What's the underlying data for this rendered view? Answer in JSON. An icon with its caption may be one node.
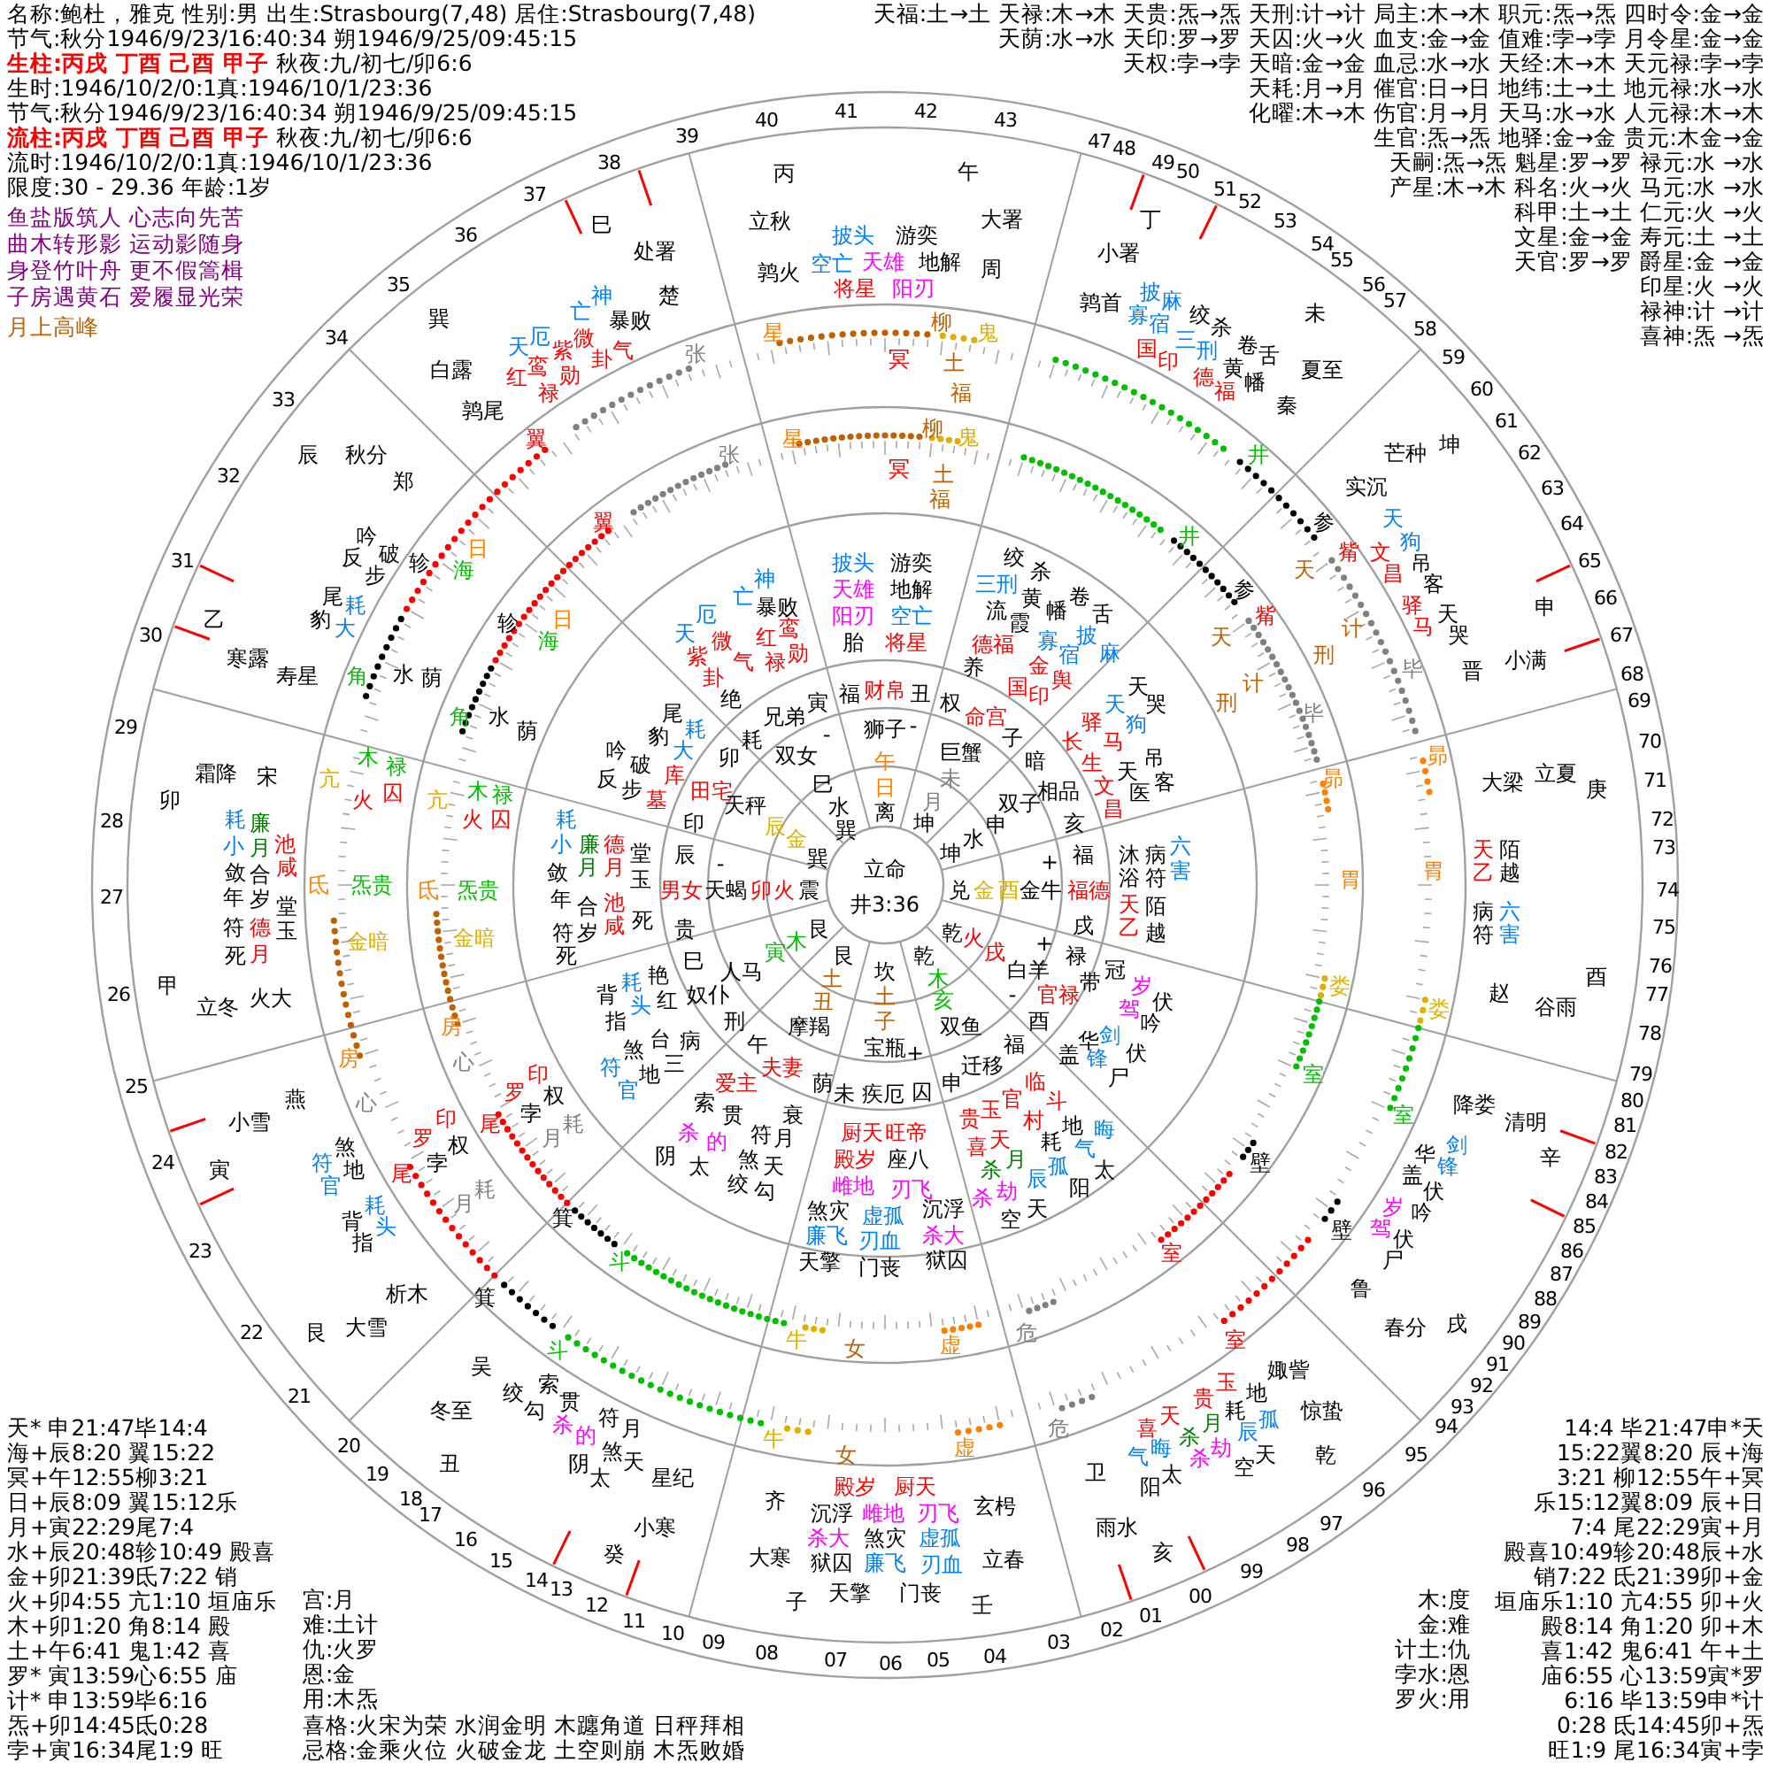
{
  "diagram": {
    "labels": [
      "名称:鲍杜，雅克 性别:男 出生:Strasbourg(7,48) 居住:Strasbourg(7,48)",
      "节气:秋分1946/9/23/16:40:34 朔1946/9/25/09:45:15",
      "**生柱:丙戌 丁酉 己酉 甲子** 秋夜:九/初七/卯6:6",
      "生时:1946/10/2/0:1真:1946/10/1/23:36",
      "节气:秋分1946/9/23/16:40:34 朔1946/9/25/09:45:15",
      "**流柱:丙戌 丁酉 己酉 甲子** 秋夜:九/初七/卯6:6",
      "流时:1946/10/2/0:1真:1946/10/1/23:36",
      "限度:30 - 29.36 年龄:1岁",
      "鱼盐版筑人 心志向先苦",
      "曲木转形影 运动影随身",
      "身登竹叶舟 更不假篙楫",
      "子房遇黄石 爱履显光荣",
      "月上高峰",
      "天福:土→土 天禄:木→木 天贵:炁→炁 天刑:计→计 局主:木→木 职元:炁→炁 四时令:金→金",
      "天荫:水→水 天印:罗→罗 天囚:火→火 血支:金→金 值难:孛→孛 月令星:金→金",
      "天权:孛→孛 天暗:金→金 血忌:水→水 天经:木→木 天元禄:孛→孛",
      "天耗:月→月 催官:日→日 地纬:土→土 地元禄:水→水",
      "化曜:木→木 伤官:月→月 天马:水→水 人元禄:木→木",
      "生官:炁→炁 地驿:金→金 贵元:木金→金",
      "天嗣:炁→炁 魁星:罗→罗 禄元:水 →水",
      "产星:木→木 科名:火→火 马元:水 →水",
      "科甲:土→土 仁元:火 →火",
      "文星:金→金 寿元:土 →土",
      "天官:罗→罗 爵星:金 →金",
      "印星:火 →火",
      "禄神:计 →计",
      "喜神:炁 →炁",
      "天* 申21:47毕14:4",
      "海+辰8:20 翼15:22",
      "冥+午12:55柳3:21",
      "日+辰8:09 翼15:12乐",
      "月+寅22:29尾7:4",
      "水+辰20:48轸10:49 殿喜",
      "金+卯21:39氐7:22 销",
      "火+卯4:55 亢1:10 垣庙乐",
      "木+卯1:20 角8:14 殿",
      "土+午6:41 鬼1:42 喜",
      "罗* 寅13:59心6:55 庙",
      "计* 申13:59毕6:16",
      "炁+卯14:45氐0:28",
      "孛+寅16:34尾1:9 旺",
      "宫:月",
      "难:土计",
      "仇:火罗",
      "恩:金",
      "用:木炁",
      "喜格:火宋为荣 水润金明 木躔角道 日秤拜相",
      "忌格:金乘火位 火破金龙 土空则崩 木炁败婚",
      "14:4 毕21:47申*天",
      "15:22翼8:20 辰+海",
      "3:21 柳12:55午+冥",
      "乐15:12翼8:09 辰+日",
      "7:4 尾22:29寅+月",
      "殿喜10:49轸20:48辰+水",
      "销7:22 氐21:39卯+金",
      "垣庙乐1:10 亢4:55 卯+火",
      "殿8:14 角1:20 卯+木",
      "喜1:42 鬼6:41 午+土",
      "庙6:55 心13:59寅*罗",
      "6:16 毕13:59申*计",
      "0:28 氐14:45卯+炁",
      "旺1:9 尾16:34寅+孛",
      "木:度",
      "金:难",
      "计土:仇",
      "孛水:恩",
      "罗火:用",
      "丙",
      "立秋",
      "鹑火",
      "午",
      "大署",
      "周",
      "巳",
      "处署",
      "楚",
      "丁",
      "小署",
      "鹑首",
      "未",
      "夏至",
      "秦",
      "芒种",
      "坤",
      "实沉",
      "申",
      "晋",
      "小满",
      "大梁",
      "立夏",
      "庚",
      "赵",
      "酉",
      "谷雨",
      "辛",
      "降娄",
      "清明",
      "鲁",
      "春分",
      "戌",
      "娵訾",
      "惊蛰",
      "乾",
      "卫",
      "雨水",
      "亥",
      "玄枵",
      "立春",
      "壬",
      "齐",
      "大寒",
      "子",
      "星纪",
      "小寒",
      "癸",
      "吴",
      "冬至",
      "丑",
      "析木",
      "艮",
      "大雪",
      "燕",
      "小雪",
      "寅",
      "甲",
      "立冬",
      "火大",
      "卯",
      "霜降",
      "宋",
      "乙",
      "寒露",
      "寿星",
      "辰",
      "秋分",
      "郑",
      "巽",
      "白露",
      "鹑尾",
      "披头",
      "游奕",
      "空亡",
      "天雄",
      "地解",
      "将星",
      "阳刃",
      "亡",
      "神",
      "暴败",
      "天",
      "厄",
      "紫",
      "微",
      "卦",
      "气",
      "红",
      "鸾",
      "禄",
      "勋",
      "披",
      "麻",
      "寡",
      "宿",
      "绞",
      "杀",
      "国",
      "印",
      "三",
      "刑",
      "卷",
      "舌",
      "德",
      "黄",
      "福",
      "幡",
      "天",
      "文",
      "狗",
      "昌",
      "吊",
      "客",
      "驿",
      "马",
      "天",
      "哭",
      "天",
      "乙",
      "陌",
      "越",
      "病",
      "符",
      "六",
      "害",
      "华",
      "盖",
      "剑",
      "锋",
      "岁",
      "驾",
      "伏",
      "吟",
      "伏",
      "尸",
      "贵",
      "玉",
      "地",
      "耗",
      "喜",
      "天",
      "杀",
      "月",
      "辰",
      "孤",
      "气",
      "晦",
      "杀",
      "劫",
      "空",
      "天",
      "阳",
      "太",
      "殿岁",
      "厨天",
      "沉浮",
      "雌地",
      "刃飞",
      "杀大",
      "煞灾",
      "虚孤",
      "狱囚",
      "廉飞",
      "刃血",
      "天擎",
      "门丧",
      "绞",
      "勾",
      "索",
      "贯",
      "杀",
      "的",
      "符",
      "月",
      "阴",
      "太",
      "煞",
      "天",
      "符",
      "官",
      "煞",
      "地",
      "背",
      "指",
      "耗",
      "头",
      "耗",
      "廉",
      "小",
      "月",
      "池",
      "敛",
      "合",
      "咸",
      "年",
      "岁",
      "堂",
      "符",
      "德",
      "玉",
      "死",
      "月",
      "吟",
      "反",
      "破",
      "步",
      "尾",
      "豹",
      "耗",
      "大",
      "星",
      "张",
      "柳",
      "鬼",
      "冥",
      "土",
      "福",
      "井",
      "参",
      "觜",
      "天",
      "计",
      "刑",
      "毕",
      "昴",
      "胃",
      "娄",
      "室",
      "壁",
      "室",
      "牛",
      "女",
      "虚",
      "危",
      "斗",
      "箕",
      "尾",
      "孛",
      "罗",
      "权",
      "印",
      "月",
      "耗",
      "心",
      "房",
      "金暗",
      "氐",
      "炁贵",
      "亢",
      "火",
      "囚",
      "木",
      "禄",
      "角",
      "水",
      "荫",
      "轸",
      "日",
      "海",
      "翼",
      "星",
      "张",
      "柳",
      "鬼",
      "冥",
      "土",
      "福",
      "井",
      "参",
      "觜",
      "天",
      "计",
      "刑",
      "毕",
      "昴",
      "胃",
      "娄",
      "室",
      "壁",
      "室",
      "牛",
      "女",
      "虚",
      "危",
      "斗",
      "箕",
      "尾",
      "孛",
      "罗",
      "权",
      "印",
      "月",
      "耗",
      "心",
      "房",
      "金暗",
      "氐",
      "炁贵",
      "亢",
      "火",
      "囚",
      "木",
      "禄",
      "角",
      "水",
      "荫",
      "轸",
      "日",
      "海",
      "翼",
      "披头",
      "游奕",
      "天雄",
      "地解",
      "阳刃",
      "空亡",
      "胎",
      "将星",
      "亡",
      "神",
      "暴败",
      "天",
      "厄",
      "紫",
      "微",
      "卦",
      "气",
      "红",
      "鸾",
      "禄",
      "勋",
      "绝",
      "尾",
      "豹",
      "耗",
      "吟",
      "破",
      "大",
      "反",
      "步",
      "库",
      "墓",
      "耗",
      "小",
      "廉",
      "德",
      "堂",
      "敛",
      "月",
      "月",
      "玉",
      "年",
      "合",
      "池",
      "符",
      "岁",
      "咸",
      "死",
      "死",
      "背",
      "指",
      "耗",
      "头",
      "艳",
      "红",
      "煞",
      "台",
      "病",
      "符",
      "地",
      "三",
      "官",
      "爱主",
      "索",
      "贯",
      "衰",
      "杀",
      "的",
      "符",
      "月",
      "阴",
      "太",
      "煞",
      "天",
      "绞",
      "勾",
      "厨天",
      "旺帝",
      "殿岁",
      "座八",
      "雌地",
      "刃飞",
      "煞灾",
      "虚孤",
      "沉浮",
      "廉飞",
      "刃血",
      "杀大",
      "天擎",
      "门丧",
      "狱囚",
      "临",
      "官",
      "斗",
      "贵",
      "玉",
      "村",
      "地",
      "喜",
      "天",
      "耗",
      "晦",
      "气",
      "杀",
      "月",
      "辰",
      "孤",
      "太",
      "杀",
      "劫",
      "阳",
      "空",
      "天",
      "绞",
      "三刑",
      "杀",
      "流",
      "霞",
      "黄",
      "幡",
      "卷",
      "舌",
      "德福",
      "寡",
      "宿",
      "披",
      "麻",
      "养",
      "国",
      "金",
      "印",
      "舆",
      "天",
      "天",
      "哭",
      "驿",
      "狗",
      "长",
      "马",
      "生",
      "吊",
      "文",
      "天",
      "医",
      "客",
      "昌",
      "沐",
      "浴",
      "病",
      "符",
      "六",
      "害",
      "天",
      "乙",
      "陌",
      "越",
      "带",
      "冠",
      "岁",
      "驾",
      "伏",
      "吟",
      "华",
      "剑",
      "盖",
      "锋",
      "伏",
      "尸",
      "福",
      "财帛",
      "丑",
      "权",
      "命宫",
      "子",
      "暗",
      "相品",
      "亥",
      "福",
      "福德",
      "戌",
      "禄",
      "官禄",
      "酉",
      "福",
      "迁移",
      "荫",
      "未",
      "疾厄",
      "囚",
      "申",
      "夫妻",
      "午",
      "刑",
      "奴仆",
      "巳",
      "贵",
      "男女",
      "辰",
      "印",
      "田宅",
      "卯",
      "耗",
      "兄弟",
      "寅",
      "狮子",
      "-",
      "巨蟹",
      "未",
      "月",
      "坤",
      "午",
      "日",
      "离",
      "双子",
      "申",
      "水",
      "坤",
      "+",
      "兑",
      "金",
      "酉",
      "金牛",
      "乾",
      "火",
      "戌",
      "+",
      "白羊",
      "-",
      "双鱼",
      "亥",
      "木",
      "乾",
      "宝瓶",
      "+",
      "子",
      "土",
      "坎",
      "摩羯",
      "丑",
      "土",
      "艮",
      "人马",
      "寅",
      "木",
      "艮",
      "-",
      "天蝎",
      "卯",
      "火",
      "震",
      "天秤",
      "辰",
      "金",
      "巽",
      "双女",
      "-",
      "巳",
      "水",
      "巽",
      "立命",
      "井3:36",
      "20",
      "19",
      "18",
      "17",
      "16",
      "15",
      "14",
      "13",
      "12",
      "11",
      "10",
      "09",
      "08",
      "07",
      "06",
      "05",
      "04",
      "03",
      "02",
      "01",
      "00",
      "21",
      "22",
      "23",
      "24",
      "25",
      "26",
      "27",
      "28",
      "29",
      "30",
      "31",
      "32",
      "33",
      "34",
      "35",
      "36",
      "37",
      "38",
      "39",
      "40",
      "41",
      "42",
      "43",
      "47",
      "48",
      "49",
      "50",
      "51",
      "52",
      "53",
      "54",
      "55",
      "56",
      "57",
      "58",
      "59",
      "60",
      "61",
      "62",
      "63",
      "64",
      "65",
      "66",
      "67",
      "68",
      "69",
      "70",
      "71",
      "72",
      "73",
      "74",
      "75",
      "76",
      "77",
      "78",
      "79",
      "80",
      "81",
      "82",
      "83",
      "84",
      "85",
      "86",
      "87",
      "88",
      "89",
      "90",
      "91",
      "92",
      "93",
      "94",
      "95",
      "96",
      "97",
      "98",
      "99"
    ]
  }
}
